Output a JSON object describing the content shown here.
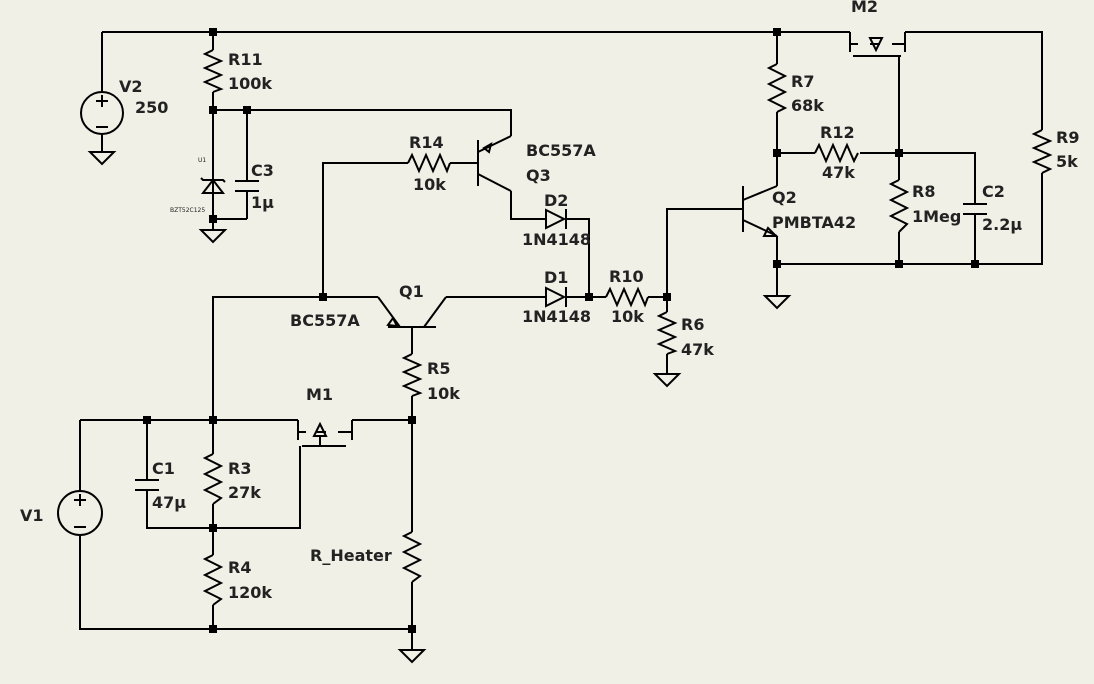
{
  "components": {
    "V2": {
      "ref": "V2",
      "value": "250"
    },
    "V1": {
      "ref": "V1",
      "value": ""
    },
    "R11": {
      "ref": "R11",
      "value": "100k"
    },
    "C3": {
      "ref": "C3",
      "value": "1µ"
    },
    "U1": {
      "ref": "U1",
      "value": "BZT52C125"
    },
    "R14": {
      "ref": "R14",
      "value": "10k"
    },
    "Q3": {
      "ref": "Q3",
      "value": "BC557A"
    },
    "D2": {
      "ref": "D2",
      "value": "1N4148"
    },
    "D1": {
      "ref": "D1",
      "value": "1N4148"
    },
    "Q1": {
      "ref": "Q1",
      "value": "BC557A"
    },
    "R10": {
      "ref": "R10",
      "value": "10k"
    },
    "R6": {
      "ref": "R6",
      "value": "47k"
    },
    "R5": {
      "ref": "R5",
      "value": "10k"
    },
    "M1": {
      "ref": "M1",
      "value": ""
    },
    "C1": {
      "ref": "C1",
      "value": "47µ"
    },
    "R3": {
      "ref": "R3",
      "value": "27k"
    },
    "R4": {
      "ref": "R4",
      "value": "120k"
    },
    "RH": {
      "ref": "R_Heater",
      "value": ""
    },
    "M2": {
      "ref": "M2",
      "value": ""
    },
    "R7": {
      "ref": "R7",
      "value": "68k"
    },
    "R12": {
      "ref": "R12",
      "value": "47k"
    },
    "R8": {
      "ref": "R8",
      "value": "1Meg"
    },
    "C2": {
      "ref": "C2",
      "value": "2.2µ"
    },
    "R9": {
      "ref": "R9",
      "value": "5k"
    },
    "Q2": {
      "ref": "Q2",
      "value": "PMBTA42"
    }
  }
}
